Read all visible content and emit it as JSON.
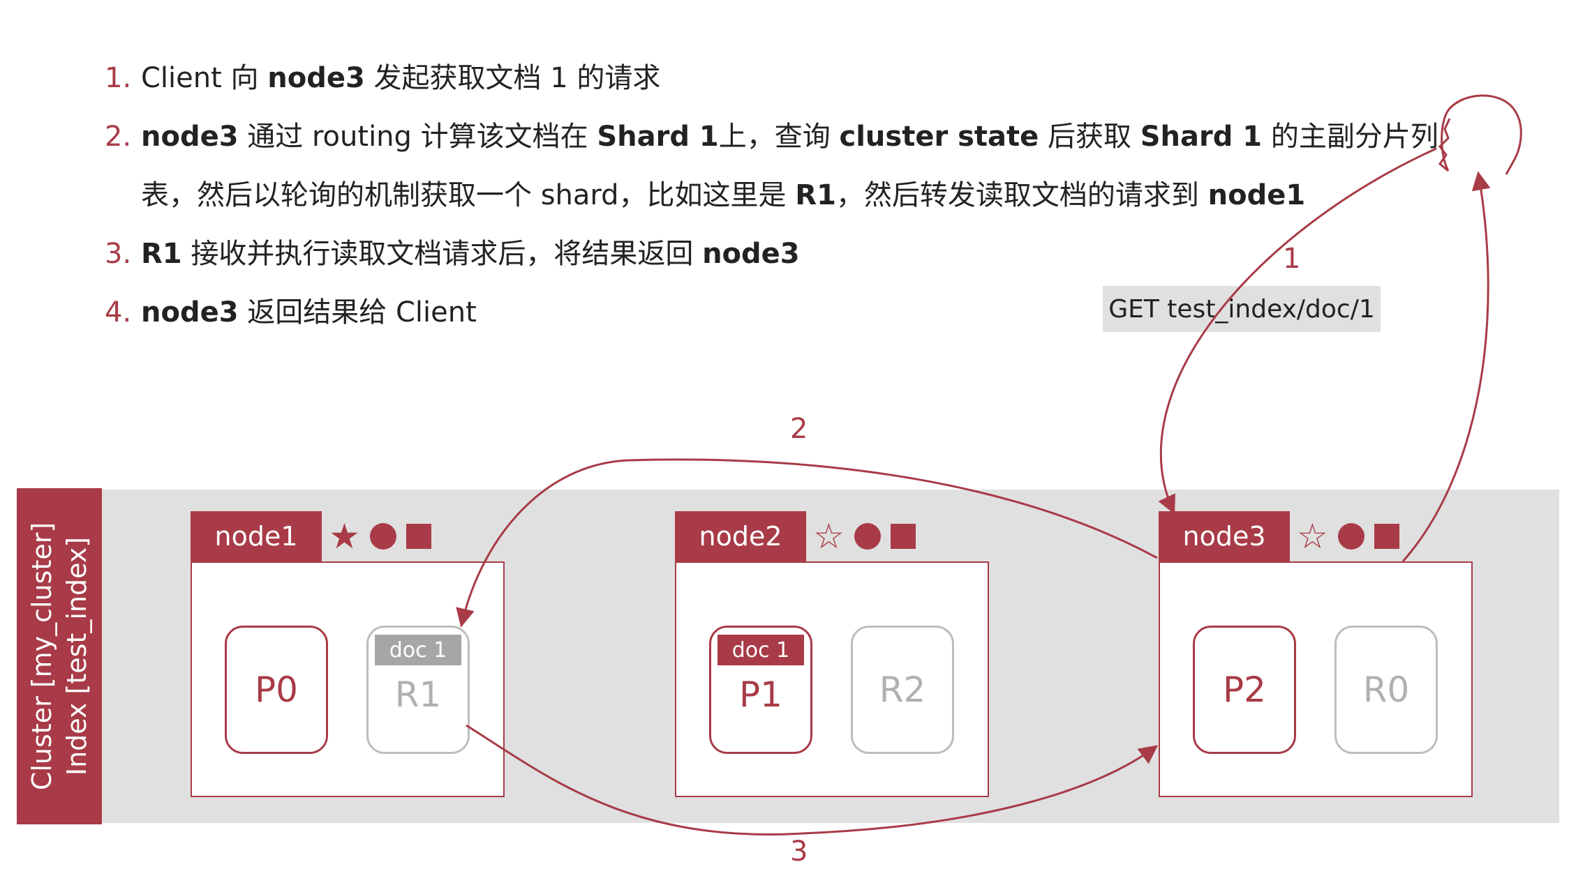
{
  "steps": [
    {
      "num": "1.",
      "t1": "Client 向 ",
      "b1": "node3",
      "t2": " 发起获取文档 1 的请求"
    },
    {
      "num": "2.",
      "b1": "node3",
      "t1": " 通过 routing 计算该文档在 ",
      "b2": "Shard 1",
      "t2": "上，查询 ",
      "b3": "cluster state",
      "t3": " 后获取 ",
      "b4": "Shard 1",
      "t4": " 的主副分片列",
      "t5": "表，然后以轮询的机制获取一个 shard，比如这里是 ",
      "b5": "R1",
      "t6": "，然后转发读取文档的请求到 ",
      "b6": "node1"
    },
    {
      "num": "3.",
      "b1": "R1",
      "t1": " 接收并执行读取文档请求后，将结果返回 ",
      "b2": "node3"
    },
    {
      "num": "4.",
      "b1": "node3",
      "t1": " 返回结果给 Client"
    }
  ],
  "request_label": "GET test_index/doc/1",
  "arrow_numbers": [
    "1",
    "2",
    "3"
  ],
  "cluster": {
    "line1": "Cluster [my_cluster]",
    "line2": "Index [test_index]"
  },
  "nodes": [
    {
      "name": "node1",
      "star": "★",
      "shards": [
        {
          "label": "P0"
        },
        {
          "label": "R1",
          "badge": "doc 1"
        }
      ]
    },
    {
      "name": "node2",
      "star": "☆",
      "shards": [
        {
          "label": "P1",
          "badge": "doc 1"
        },
        {
          "label": "R2"
        }
      ]
    },
    {
      "name": "node3",
      "star": "☆",
      "shards": [
        {
          "label": "P2"
        },
        {
          "label": "R0"
        }
      ]
    }
  ],
  "colors": {
    "accent": "#a83b47",
    "background_band": "#e0e0e0",
    "replica_grey": "#bdbdbd"
  },
  "icons": [
    "star-icon",
    "circle-icon",
    "square-icon",
    "person-head-icon"
  ]
}
